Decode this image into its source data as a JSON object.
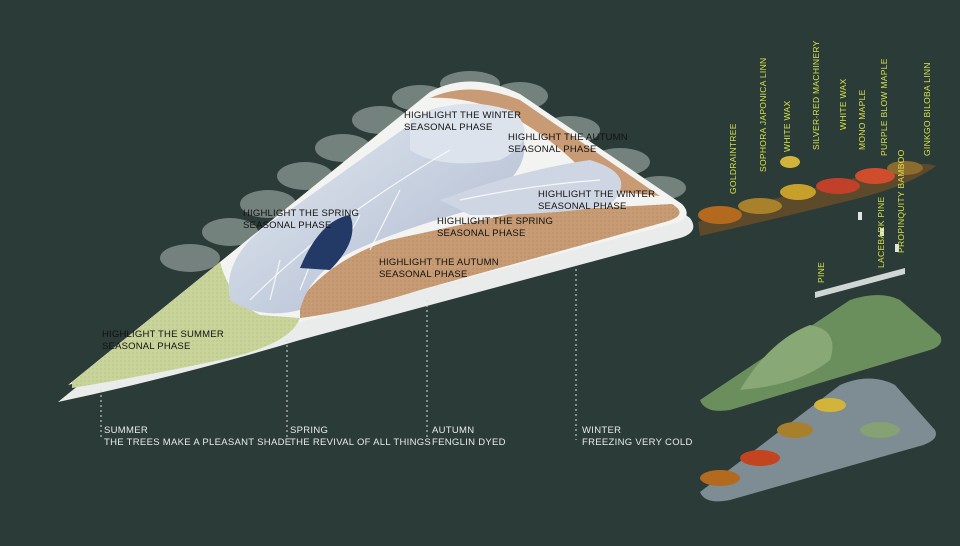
{
  "plan_labels": [
    {
      "line1": "HIGHLIGHT THE WINTER",
      "line2": "SEASONAL PHASE"
    },
    {
      "line1": "HIGHLIGHT THE AUTUMN",
      "line2": "SEASONAL PHASE"
    },
    {
      "line1": "HIGHLIGHT THE WINTER",
      "line2": "SEASONAL PHASE"
    },
    {
      "line1": "HIGHLIGHT THE SPRING",
      "line2": "SEASONAL PHASE"
    },
    {
      "line1": "HIGHLIGHT THE SPRING",
      "line2": "SEASONAL PHASE"
    },
    {
      "line1": "HIGHLIGHT THE AUTUMN",
      "line2": "SEASONAL PHASE"
    },
    {
      "line1": "HIGHLIGHT THE SUMMER",
      "line2": "SEASONAL PHASE"
    }
  ],
  "seasons": [
    {
      "name": "SUMMER",
      "desc": "THE TREES MAKE A PLEASANT SHADE"
    },
    {
      "name": "SPRING",
      "desc": "THE REVIVAL OF ALL THINGS"
    },
    {
      "name": "AUTUMN",
      "desc": "FENGLIN DYED"
    },
    {
      "name": "WINTER",
      "desc": "FREEZING VERY COLD"
    }
  ],
  "species": [
    "GOLDRAINTREE",
    "SOPHORA JAPONICA LINN",
    "WHITE WAX",
    "SILVER-RED MACHINERY",
    "WHITE WAX",
    "MONO MAPLE",
    "PURPLE BLOW MAPLE",
    "GINKGO BILOBA LINN",
    "PROPINQUITY BAMBOO",
    "LACEBARK PINE",
    "PINE"
  ],
  "colors": {
    "background": "#2b3b38",
    "label_text": "#111111",
    "season_text": "#e8ecea",
    "species_text": "#d7e24a",
    "autumn_zone": "#c79b73",
    "summer_zone": "#c9d49a",
    "spring_winter_zone": "#b9c6d9"
  }
}
